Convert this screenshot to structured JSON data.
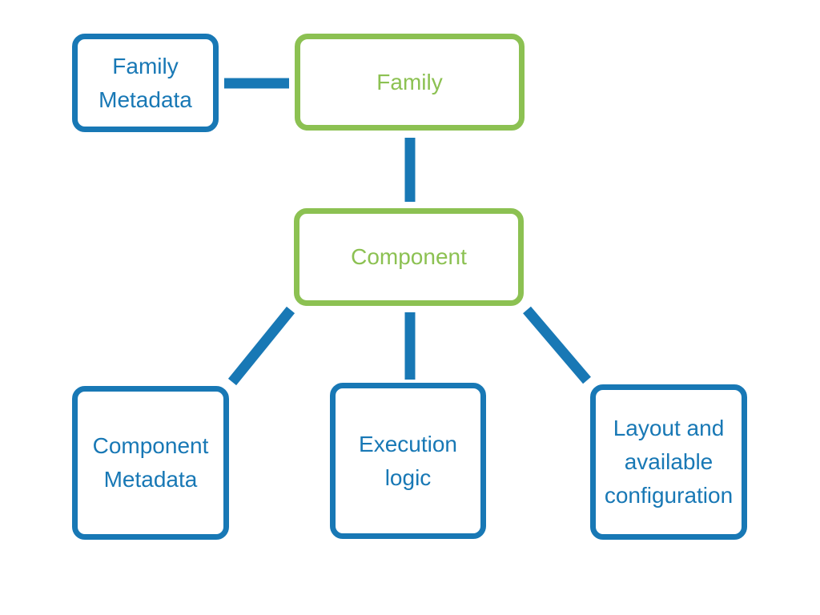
{
  "diagram": {
    "palette": {
      "blue": "#1878b5",
      "green": "#8cc152",
      "background": "#ffffff"
    },
    "nodes": {
      "family_metadata": {
        "label": "Family\nMetadata",
        "color": "blue"
      },
      "family": {
        "label": "Family",
        "color": "green"
      },
      "component": {
        "label": "Component",
        "color": "green"
      },
      "component_metadata": {
        "label": "Component\nMetadata",
        "color": "blue"
      },
      "execution_logic": {
        "label": "Execution\nlogic",
        "color": "blue"
      },
      "layout_configuration": {
        "label": "Layout and\navailable\nconfiguration",
        "color": "blue"
      }
    },
    "edges": [
      {
        "from": "family_metadata",
        "to": "family"
      },
      {
        "from": "family",
        "to": "component"
      },
      {
        "from": "component",
        "to": "component_metadata"
      },
      {
        "from": "component",
        "to": "execution_logic"
      },
      {
        "from": "component",
        "to": "layout_configuration"
      }
    ]
  }
}
